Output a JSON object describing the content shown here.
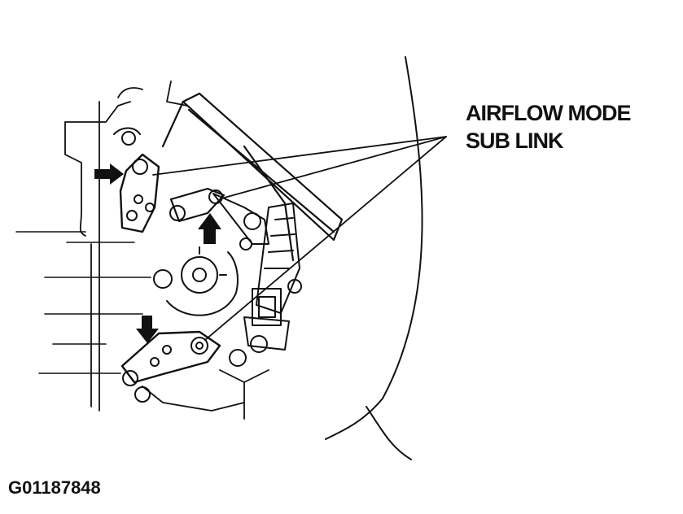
{
  "callout": {
    "line1": "AIRFLOW MODE",
    "line2": "SUB LINK"
  },
  "figure_id": "G01187848",
  "colors": {
    "ink": "#111111",
    "background": "#ffffff"
  }
}
